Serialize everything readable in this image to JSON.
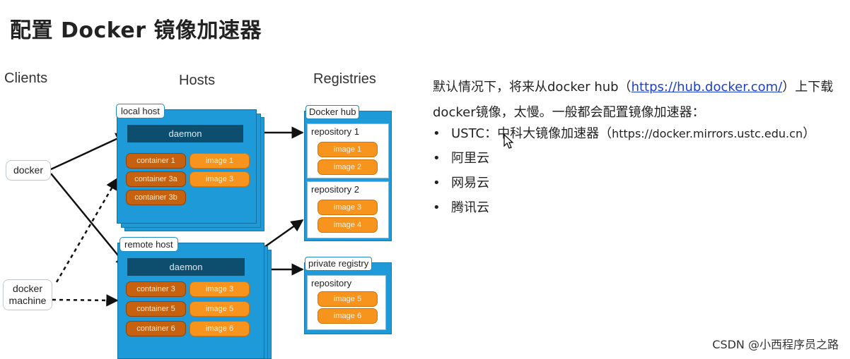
{
  "title": "配置 Docker 镜像加速器",
  "diagram": {
    "col_clients": "Clients",
    "col_hosts": "Hosts",
    "col_registries": "Registries",
    "clients": {
      "docker": "docker",
      "docker_machine_line1": "docker",
      "docker_machine_line2": "machine"
    },
    "local_host": {
      "label": "local host",
      "daemon": "daemon",
      "containers": [
        "container 1",
        "container 3a",
        "container 3b"
      ],
      "images": [
        "image 1",
        "image 3"
      ]
    },
    "remote_host": {
      "label": "remote host",
      "daemon": "daemon",
      "containers": [
        "container 3",
        "container 5",
        "container 6"
      ],
      "images": [
        "image 3",
        "image 5",
        "image 6"
      ]
    },
    "docker_hub": {
      "label": "Docker hub",
      "repo1": {
        "label": "repository 1",
        "images": [
          "image 1",
          "image 2"
        ]
      },
      "repo2": {
        "label": "repository 2",
        "images": [
          "image 3",
          "image 4"
        ]
      }
    },
    "private_registry": {
      "label": "private registry",
      "repo": {
        "label": "repository",
        "images": [
          "image 5",
          "image 6"
        ]
      }
    }
  },
  "description": {
    "line1_pre": "默认情况下，将来从docker hub（",
    "link": "https://hub.docker.com/",
    "line1_post": "）上下载",
    "line2": "docker镜像，太慢。一般都会配置镜像加速器：",
    "bullets": [
      {
        "text": "USTC：中科大镜像加速器（",
        "small": "https://docker.mirrors.ustc.edu.cn",
        "tail": "）"
      },
      {
        "text": "阿里云",
        "small": "",
        "tail": ""
      },
      {
        "text": "网易云",
        "small": "",
        "tail": ""
      },
      {
        "text": "腾讯云",
        "small": "",
        "tail": ""
      }
    ]
  },
  "watermark": "CSDN @小西程序员之路"
}
